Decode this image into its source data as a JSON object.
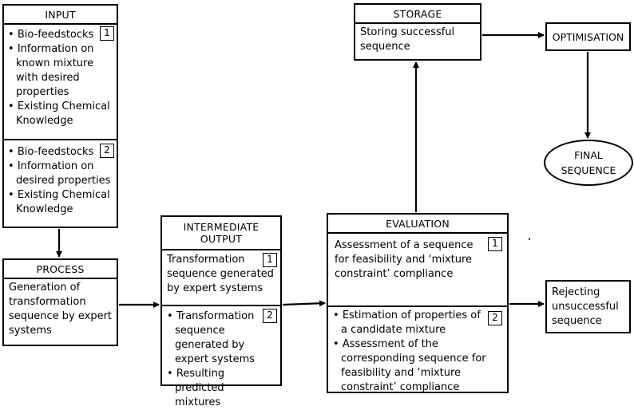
{
  "input": {
    "title": "INPUT",
    "sections": [
      {
        "number": "1",
        "items": [
          "Bio-feedstocks",
          "Information on known mixture with desired properties",
          "Existing Chemical Knowledge"
        ]
      },
      {
        "number": "2",
        "items": [
          "Bio-feedstocks",
          "Information on desired properties",
          "Existing Chemical Knowledge"
        ]
      }
    ]
  },
  "process": {
    "title": "PROCESS",
    "text": "Generation of transformation sequence by expert systems"
  },
  "intermediate": {
    "title": "INTERMEDIATE OUTPUT",
    "sections": [
      {
        "number": "1",
        "text": "Transformation sequence generated by expert systems"
      },
      {
        "number": "2",
        "items": [
          "Transformation sequence generated by expert systems",
          "Resulting predicted mixtures"
        ]
      }
    ]
  },
  "evaluation": {
    "title": "EVALUATION",
    "sections": [
      {
        "number": "1",
        "text": "Assessment of a sequence for feasibility and ‘mixture constraint’ compliance"
      },
      {
        "number": "2",
        "items": [
          "Estimation of properties of a candidate mixture",
          "Assessment of the corresponding sequence for feasibility and ‘mixture constraint’ compliance"
        ]
      }
    ]
  },
  "storage": {
    "title": "STORAGE",
    "text": "Storing successful sequence"
  },
  "optimisation": {
    "title": "OPTIMISATION"
  },
  "final": {
    "text": "FINAL SEQUENCE"
  },
  "rejecting": {
    "text": "Rejecting unsuccessful sequence"
  },
  "bullet": "•"
}
